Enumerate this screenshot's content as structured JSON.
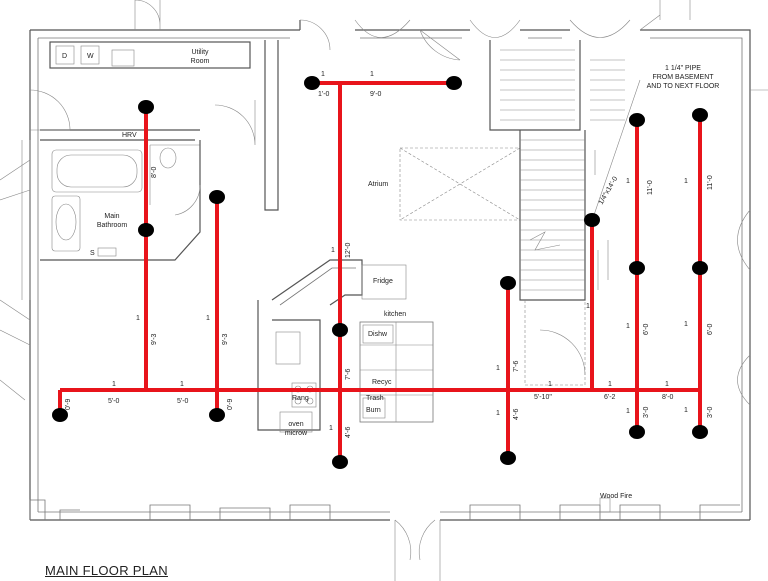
{
  "title": "MAIN FLOOR PLAN",
  "colors": {
    "pipe": "#e8141b",
    "node": "#000000",
    "wall": "#555555"
  },
  "rooms": {
    "utility": "Utility\nRoom",
    "hrv": "HRV",
    "bathroom": "Main\nBathroom",
    "atrium": "Atrium",
    "fridge": "Fridge",
    "kitchen": "kitchen",
    "dishwasher": "Dishw",
    "recycle": "Recyc",
    "trash": "Trash",
    "burn": "Burn",
    "oven": "oven\nmicrow",
    "wood_fire": "Wood Fire",
    "washer_d": "D",
    "washer_w": "W",
    "s_label": "S",
    "range": "Rang"
  },
  "pipe_note": "1  1/4\" PIPE\nFROM BASEMENT\nAND TO NEXT FLOOR",
  "pipe_labels": [
    {
      "id": "top-1a",
      "text": "1"
    },
    {
      "id": "top-1b",
      "text": "1"
    },
    {
      "id": "top-1-0",
      "text": "1'-0"
    },
    {
      "id": "top-9-0",
      "text": "9'-0"
    },
    {
      "id": "hrv-8-0",
      "text": "8'-0"
    },
    {
      "id": "v1-9-3",
      "text": "9'-3"
    },
    {
      "id": "v1-1",
      "text": "1"
    },
    {
      "id": "v2-9-3",
      "text": "9'-3"
    },
    {
      "id": "v2-1",
      "text": "1"
    },
    {
      "id": "vc-12-0",
      "text": "12'-0"
    },
    {
      "id": "vc-1",
      "text": "1"
    },
    {
      "id": "vc-7-6",
      "text": "7'-6"
    },
    {
      "id": "vc-4-6",
      "text": "4'-6"
    },
    {
      "id": "vc-1b",
      "text": "1"
    },
    {
      "id": "h-1a",
      "text": "1"
    },
    {
      "id": "h-1b",
      "text": "1"
    },
    {
      "id": "h-1c",
      "text": "1"
    },
    {
      "id": "h-1d",
      "text": "1"
    },
    {
      "id": "h-1e",
      "text": "1"
    },
    {
      "id": "h-5-0a",
      "text": "5'-0"
    },
    {
      "id": "h-5-0b",
      "text": "5'-0"
    },
    {
      "id": "h-0-9a",
      "text": "0'-9"
    },
    {
      "id": "h-0-9b",
      "text": "0'-9"
    },
    {
      "id": "h-5-10",
      "text": "5'-10\""
    },
    {
      "id": "h-6-2",
      "text": "6'-2"
    },
    {
      "id": "h-8-0",
      "text": "8'-0"
    },
    {
      "id": "vs-7-6",
      "text": "7'-6"
    },
    {
      "id": "vs-1",
      "text": "1"
    },
    {
      "id": "vs-4-6",
      "text": "4'-6"
    },
    {
      "id": "vs-1b",
      "text": "1"
    },
    {
      "id": "vp-1x",
      "text": "1/4\"x14'-0"
    },
    {
      "id": "vp-1",
      "text": "1"
    },
    {
      "id": "vr1-11-0",
      "text": "11'-0"
    },
    {
      "id": "vr1-1",
      "text": "1"
    },
    {
      "id": "vr1-6-0",
      "text": "6'-0"
    },
    {
      "id": "vr1-1b",
      "text": "1"
    },
    {
      "id": "vr1-3-0",
      "text": "3'-0"
    },
    {
      "id": "vr1-1c",
      "text": "1"
    },
    {
      "id": "vr2-11-0",
      "text": "11'-0"
    },
    {
      "id": "vr2-1",
      "text": "1"
    },
    {
      "id": "vr2-6-0",
      "text": "6'-0"
    },
    {
      "id": "vr2-1b",
      "text": "1"
    },
    {
      "id": "vr2-3-0",
      "text": "3'-0"
    },
    {
      "id": "vr2-1c",
      "text": "1"
    }
  ]
}
